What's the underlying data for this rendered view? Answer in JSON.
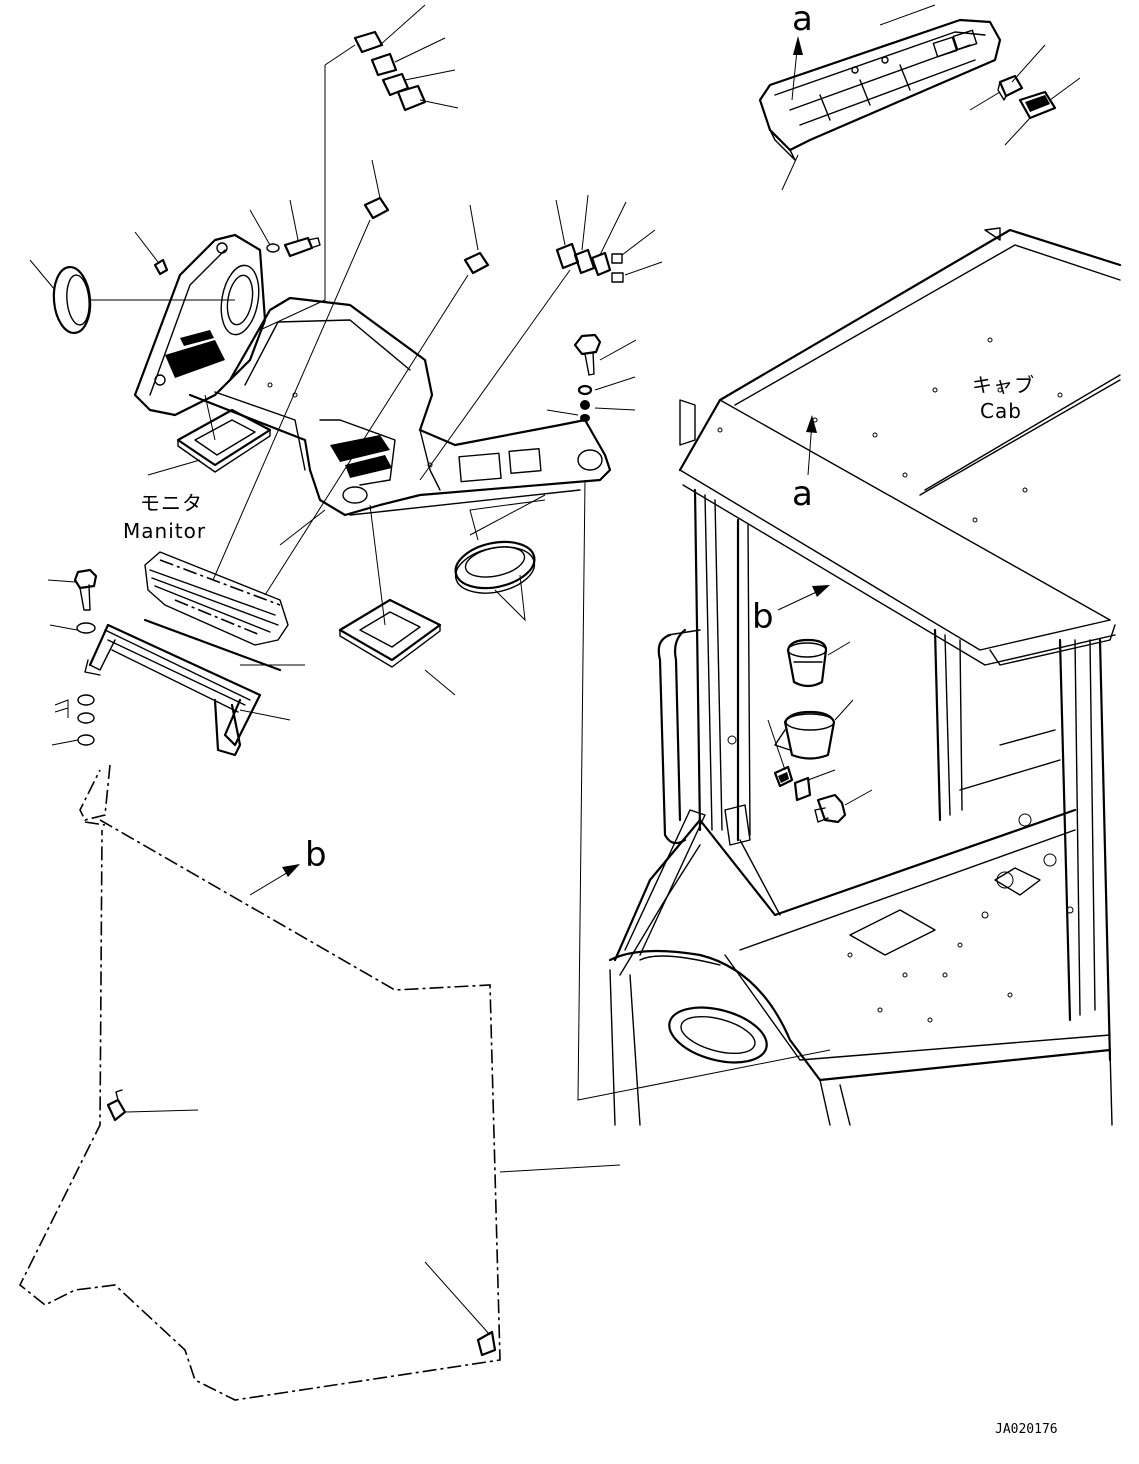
{
  "diagram": {
    "view_labels": {
      "a_top": "a",
      "a_cab": "a",
      "b_cab": "b",
      "b_panel": "b"
    },
    "callouts": {
      "monitor_jp": "モニタ",
      "monitor_en": "Manitor",
      "cab_jp": "キャブ",
      "cab_en": "Cab"
    },
    "drawing_code": "JA020176"
  }
}
